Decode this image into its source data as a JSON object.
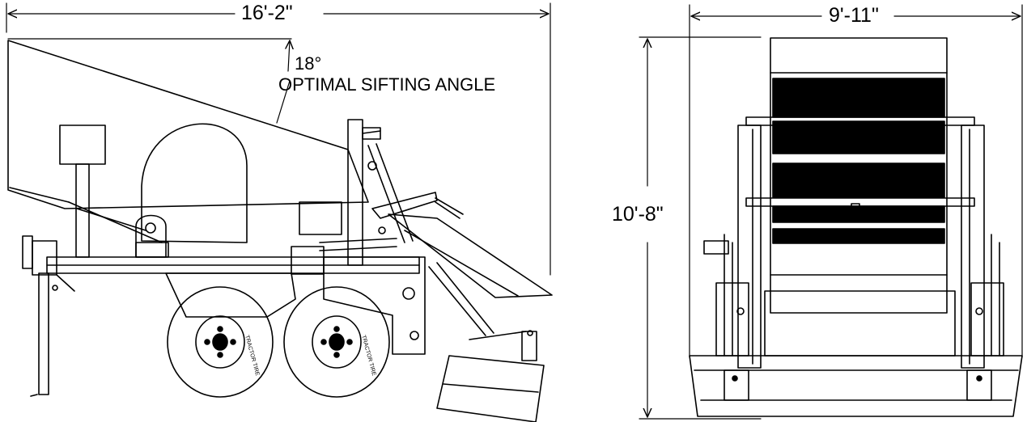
{
  "side_view": {
    "overall_length": "16'-2\"",
    "angle_value": "18°",
    "angle_caption": "OPTIMAL SIFTING ANGLE",
    "tire_text": "TRACTOR TIRE"
  },
  "front_view": {
    "overall_width": "9'-11\"",
    "overall_height": "10'-8\""
  },
  "colors": {
    "ink": "#000000",
    "paper": "#ffffff"
  }
}
